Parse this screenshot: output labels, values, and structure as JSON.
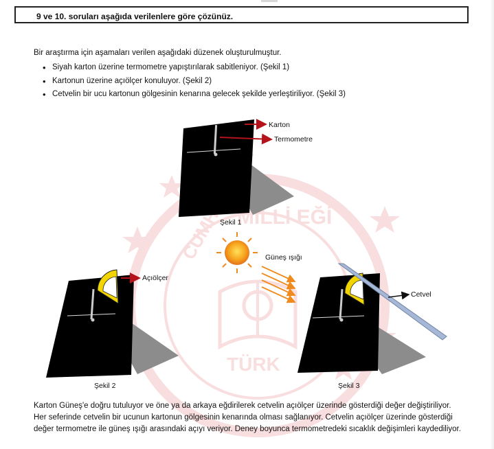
{
  "header": {
    "title": "9 ve 10. soruları aşağıda verilenlere göre çözünüz."
  },
  "intro": "Bir araştırma için aşamaları verilen aşağıdaki düzenek oluşturulmuştur.",
  "steps": [
    "Siyah karton üzerine termometre yapıştırılarak sabitleniyor. (Şekil 1)",
    "Kartonun üzerine açıölçer konuluyor. (Şekil 2)",
    "Cetvelin bir ucu kartonun gölgesinin kenarına gelecek şekilde yerleştiriliyor. (Şekil 3)"
  ],
  "figure_labels": {
    "karton": "Karton",
    "termometre": "Termometre",
    "sekil1": "Şekil 1",
    "acioler": "Açıölçer",
    "gunes_isigi": "Güneş ışığı",
    "cetvel": "Cetvel",
    "sekil2": "Şekil 2",
    "sekil3": "Şekil 3"
  },
  "paragraph": [
    "Karton Güneş'e doğru tutuluyor ve öne ya da arkaya eğdirilerek cetvelin açıölçer üzerinde gösterdiği değer değiştiriliyor.",
    "Her seferinde cetvelin bir ucunun kartonun gölgesinin kenarında olması sağlanıyor. Cetvelin açıölçer üzerinde gösterdiği",
    "değer termometre ile güneş ışığı arasındaki açıyı veriyor. Deney boyunca termometredeki sıcaklık değişimleri kaydediliyor."
  ],
  "colors": {
    "arrow": "#b5121b",
    "sun": "#f5a623",
    "protractor": "#f2d400",
    "ruler": "#a6b8d6",
    "shadow": "#8c8c8c",
    "watermark": "#f4c4c4"
  },
  "watermark": {
    "arc_top": "MİLLİ EĞİ",
    "arc_left": "CUMHURİYETİ",
    "arc_bottom": "TÜRK"
  }
}
